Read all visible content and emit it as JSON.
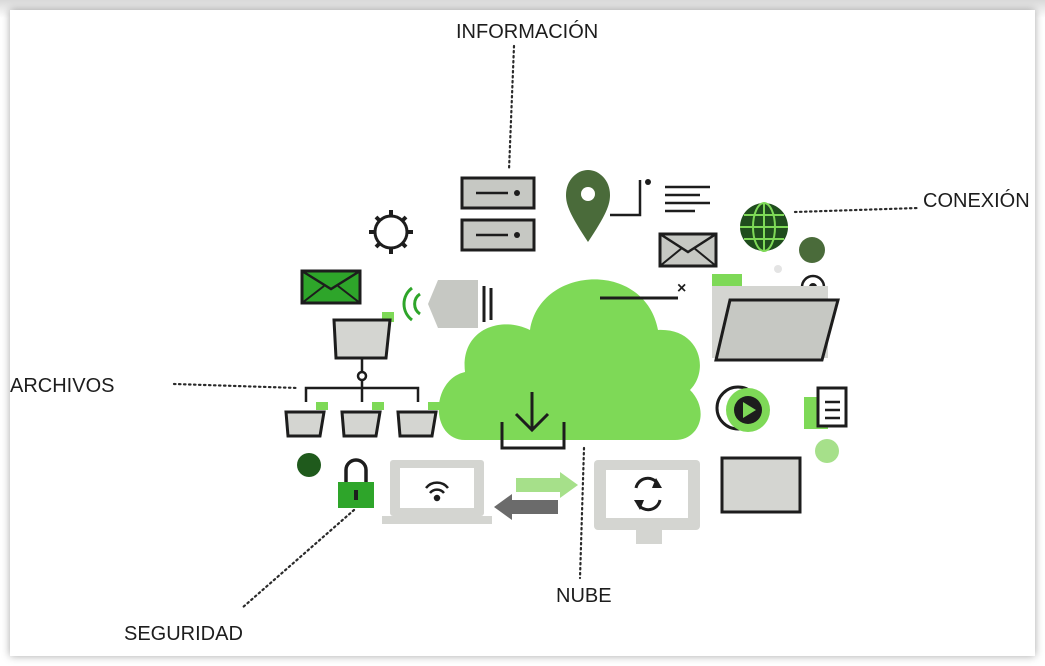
{
  "labels": {
    "informacion": "INFORMACIÓN",
    "conexion": "CONEXIÓN",
    "archivos": "ARCHIVOS",
    "nube": "NUBE",
    "seguridad": "SEGURIDAD"
  },
  "colors": {
    "green": "#7ed957",
    "light_green": "#a6e08a",
    "dark_green": "#2f6b2a",
    "olive": "#4a6b3a",
    "gray": "#c6c8c3",
    "dark": "#1d1d1d"
  },
  "icons": [
    "server-icon",
    "map-pin-icon",
    "text-lines-icon",
    "envelope-icon",
    "globe-icon",
    "gear-icon",
    "speaker-icon",
    "cloud-icon",
    "download-icon",
    "folder-icon",
    "play-icon",
    "document-icon",
    "lock-icon",
    "laptop-icon",
    "wifi-icon",
    "transfer-arrows-icon",
    "monitor-icon",
    "sync-icon",
    "folder-tree-icon",
    "screen-icon"
  ]
}
